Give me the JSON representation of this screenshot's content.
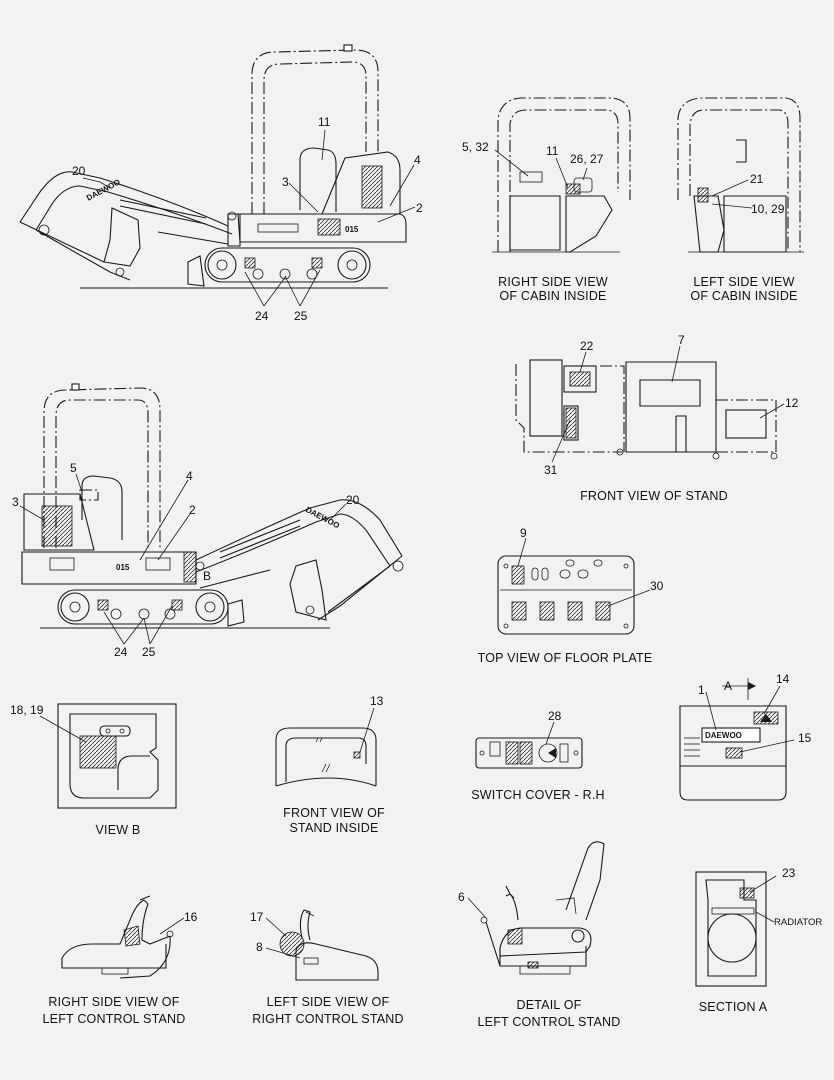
{
  "callouts": {
    "side_r": {
      "n20": "20",
      "n11": "11",
      "n4": "4",
      "n3": "3",
      "n2": "2",
      "n24": "24",
      "n25": "25"
    },
    "cabin_r": {
      "n532": "5, 32",
      "n11": "11",
      "n2627": "26, 27"
    },
    "cabin_l": {
      "n21": "21",
      "n1029": "10, 29"
    },
    "stand": {
      "n22": "22",
      "n7": "7",
      "n12": "12",
      "n31": "31"
    },
    "side_l": {
      "n5": "5",
      "n4": "4",
      "n3": "3",
      "n2": "2",
      "n20": "20",
      "nB": "B",
      "n24": "24",
      "n25": "25"
    },
    "floor": {
      "n9": "9",
      "n30": "30"
    },
    "viewb": {
      "n1819": "18, 19"
    },
    "fvs": {
      "n13": "13"
    },
    "switch": {
      "n28": "28"
    },
    "hood": {
      "n1": "1",
      "nA": "A",
      "n14": "14",
      "n15": "15"
    },
    "rvl": {
      "n16": "16"
    },
    "lvr": {
      "n17": "17",
      "n8": "8"
    },
    "det": {
      "n6": "6"
    },
    "secA": {
      "n23": "23",
      "radiator": "RADIATOR"
    }
  },
  "captions": {
    "right_cabin": [
      "RIGHT SIDE VIEW",
      "OF CABIN INSIDE"
    ],
    "left_cabin": [
      "LEFT SIDE VIEW",
      "OF CABIN INSIDE"
    ],
    "front_stand": "FRONT VIEW OF STAND",
    "top_floor": "TOP VIEW OF FLOOR PLATE",
    "view_b": "VIEW  B",
    "front_stand_inside": [
      "FRONT VIEW OF",
      "STAND INSIDE"
    ],
    "switch_cover": "SWITCH COVER - R.H",
    "section_a": "SECTION  A",
    "right_side_left_stand": [
      "RIGHT SIDE VIEW OF",
      "LEFT CONTROL STAND"
    ],
    "left_side_right_stand": [
      "LEFT SIDE VIEW OF",
      "RIGHT CONTROL STAND"
    ],
    "detail_left_stand": [
      "DETAIL OF",
      "LEFT CONTROL STAND"
    ]
  },
  "marks": {
    "model": "015",
    "brand": "DAEWOO"
  }
}
